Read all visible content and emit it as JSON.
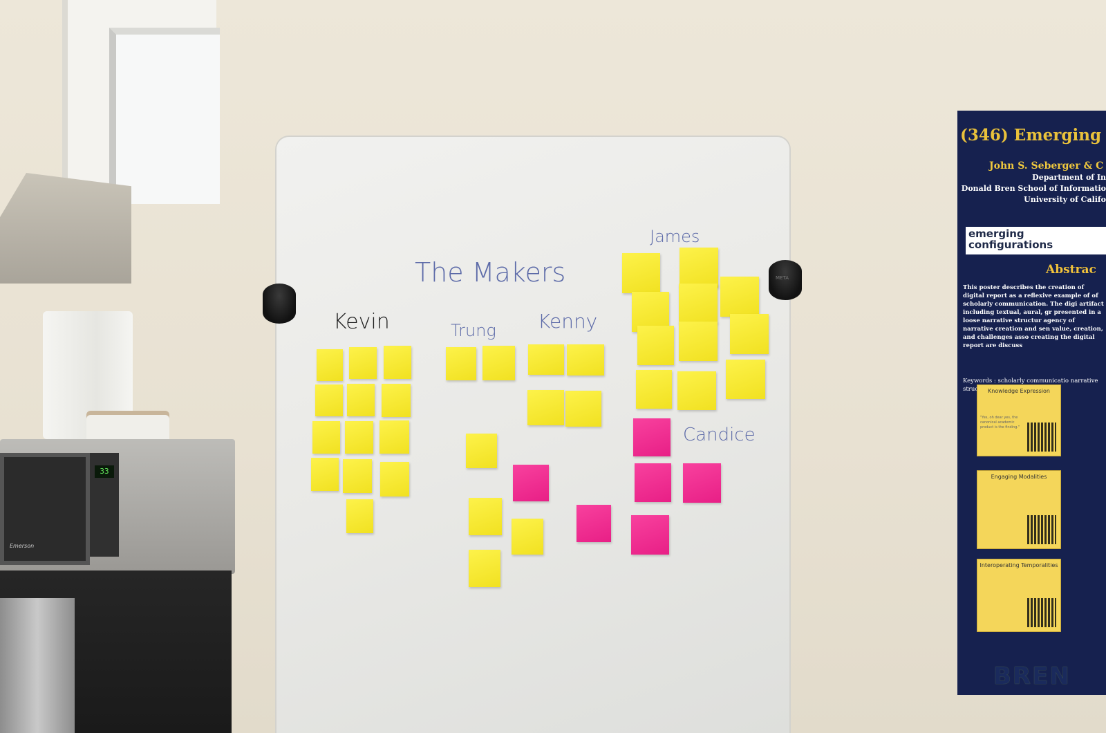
{
  "whiteboard": {
    "title": "The Makers",
    "names": {
      "kevin": "Kevin",
      "trung": "Trung",
      "kenny": "Kenny",
      "james": "James",
      "candice": "Candice"
    },
    "yellow_note_color": "#f6e62e",
    "pink_note_color": "#f0308f",
    "magnet_label": "META"
  },
  "microwave": {
    "display": "33",
    "brand": "Emerson"
  },
  "poster": {
    "title": "(346)  Emerging",
    "author": "John S. Seberger & C",
    "department": "Department of In",
    "school": "Donald Bren School of Informatio",
    "university": "University of Califo",
    "banner_line1": "emerging",
    "banner_line2": "configurations",
    "abstract_heading": "Abstrac",
    "abstract_text": "This poster describes the creation of digital report as a reflexive example of of scholarly communication. The digi artifact including textual, aural, gr presented in a loose narrative structur agency of narrative creation and sen value, creation, and challenges asso creating the digital report are discuss",
    "keywords": "Keywords : scholarly communicatio narrative structure",
    "cards": [
      {
        "heading": "Knowledge Expression",
        "body": "\"Yes, oh dear yes, the canonical academic product is the finding.\""
      },
      {
        "heading": "Engaging Modalities",
        "body": ""
      },
      {
        "heading": "Interoperating Temporalities",
        "body": ""
      }
    ],
    "footer": "BREN",
    "background_color": "#16214f",
    "accent_color": "#f0c93e"
  }
}
